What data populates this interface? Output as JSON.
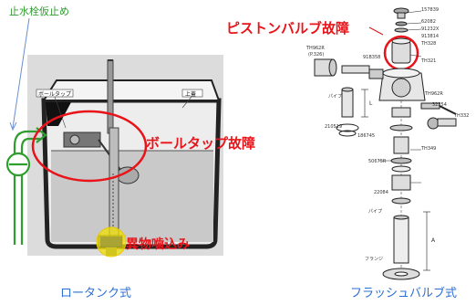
{
  "labels": {
    "shutoff_valve": "止水栓仮止め",
    "piston_fault": "ピストンバルブ故障",
    "balltap_fault": "ボールタップ故障",
    "debris": "異物噛込み",
    "low_tank": "ロータンク式",
    "flush_valve": "フラッシュバルブ式"
  },
  "tank_diagram": {
    "ball_tap_label": "ボールタップ",
    "lid_label": "上蓋"
  },
  "parts": {
    "p1": "157839",
    "p2": "62082",
    "p3": "91232X",
    "p4": "913814",
    "p5": "TH328",
    "p6": "TH321",
    "p7": "TH962R",
    "p8": "(P.326)",
    "p9": "91B358",
    "p10": "パイプ",
    "p11": "210519",
    "p12": "186745",
    "p13": "TH962R",
    "p14": "32254",
    "p15": "TH332",
    "p16": "TH349",
    "p17": "50675R",
    "p18": "22084",
    "p19": "パイプ",
    "p20": "フランジ",
    "p21": "L",
    "p22": "A"
  },
  "colors": {
    "red": "#e8141a",
    "green": "#2e9e2e",
    "blue": "#2b6fd6",
    "highlight": "#f0e000"
  }
}
